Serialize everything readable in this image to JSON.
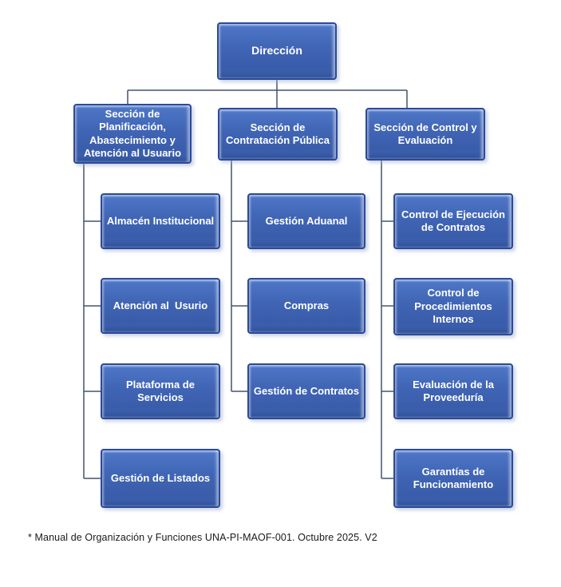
{
  "chart": {
    "type": "org-chart",
    "root": {
      "label": "Dirección"
    },
    "sections": [
      {
        "label": "Sección de Planificación, Abastecimiento y Atención al Usuario",
        "children": [
          "Almacén Institucional",
          "Atención al  Usurio",
          "Plataforma de Servicios",
          "Gestión de Listados"
        ]
      },
      {
        "label": "Sección de Contratación Pública",
        "children": [
          "Gestión Aduanal",
          "Compras",
          "Gestión de Contratos"
        ]
      },
      {
        "label": "Sección de Control y Evaluación",
        "children": [
          "Control de Ejecución de Contratos",
          "Control de Procedimientos Internos",
          "Evaluación de la Proveeduría",
          "Garantías de Funcionamiento"
        ]
      }
    ],
    "colors": {
      "box_fill_top": "#5078c8",
      "box_fill_bottom": "#3a5dab",
      "box_border": "#2a4a9c",
      "box_text": "#ffffff",
      "connector": "#44546a",
      "background": "#ffffff"
    }
  },
  "footer": {
    "note": "* Manual de Organización y Funciones UNA-PI-MAOF-001. Octubre 2025. V2"
  }
}
